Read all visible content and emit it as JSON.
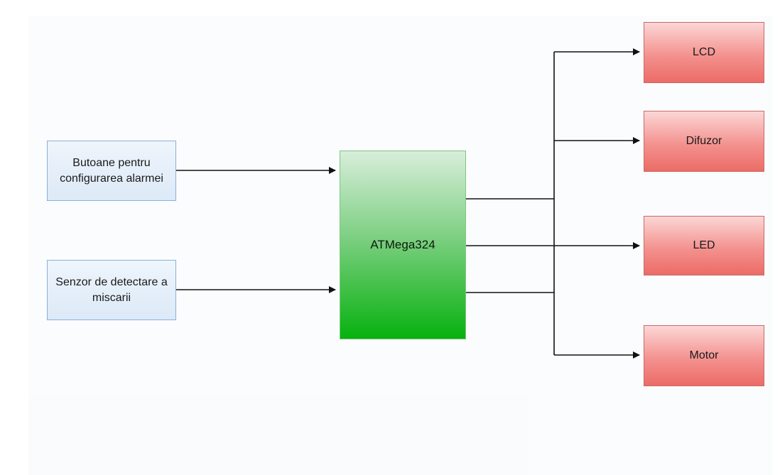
{
  "diagram": {
    "inputs": [
      {
        "id": "buttons",
        "label": "Butoane pentru configurarea alarmei"
      },
      {
        "id": "sensor",
        "label": "Senzor de detectare a miscarii"
      }
    ],
    "controller": {
      "id": "mcu",
      "label": "ATMega324"
    },
    "outputs": [
      {
        "id": "lcd",
        "label": "LCD"
      },
      {
        "id": "difuzor",
        "label": "Difuzor"
      },
      {
        "id": "led",
        "label": "LED"
      },
      {
        "id": "motor",
        "label": "Motor"
      }
    ],
    "connections": [
      {
        "from": "buttons",
        "to": "mcu"
      },
      {
        "from": "sensor",
        "to": "mcu"
      },
      {
        "from": "mcu",
        "to": "lcd"
      },
      {
        "from": "mcu",
        "to": "difuzor"
      },
      {
        "from": "mcu",
        "to": "led"
      },
      {
        "from": "mcu",
        "to": "motor"
      }
    ],
    "colors": {
      "input_fill": "#dce9f7",
      "input_border": "#8ab0d9",
      "controller_fill_top": "#d8eedb",
      "controller_fill_bottom": "#07b10f",
      "output_fill": "#f3928f",
      "output_border": "#c96b6a",
      "wire": "#111111"
    }
  }
}
